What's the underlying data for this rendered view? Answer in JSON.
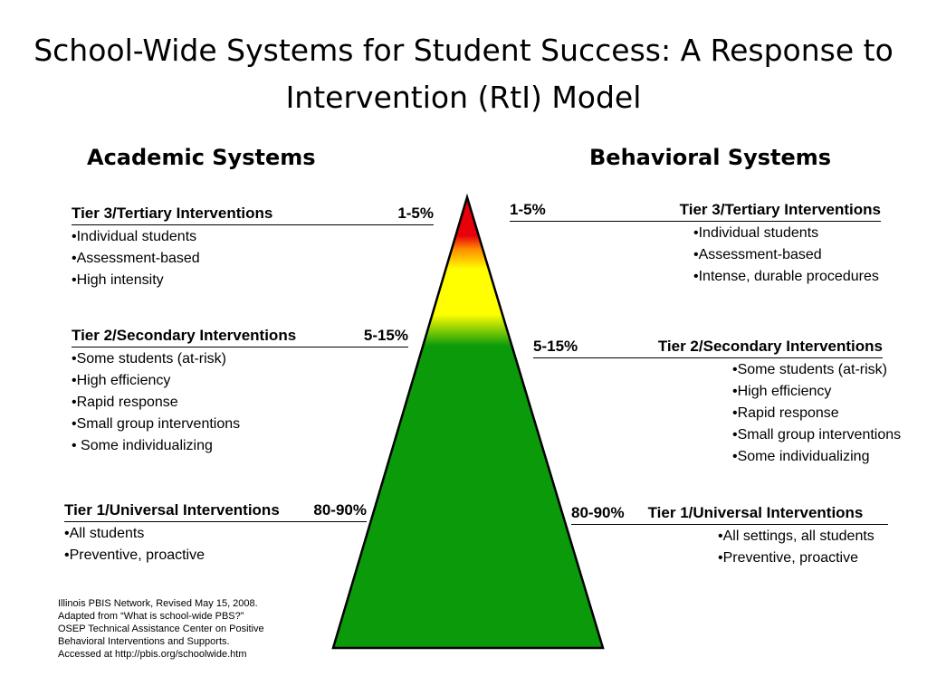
{
  "title": "School-Wide Systems for Student Success: A Response to Intervention (RtI) Model",
  "academic": {
    "heading": "Academic Systems",
    "tiers": [
      {
        "name": "Tier 3/Tertiary Interventions",
        "pct": "1-5%",
        "items": [
          "•Individual students",
          "•Assessment-based",
          "•High intensity"
        ]
      },
      {
        "name": "Tier 2/Secondary Interventions",
        "pct": "5-15%",
        "items": [
          "•Some students (at-risk)",
          "•High efficiency",
          "•Rapid response",
          "•Small group interventions",
          "• Some individualizing"
        ]
      },
      {
        "name": "Tier 1/Universal Interventions",
        "pct": "80-90%",
        "items": [
          "•All students",
          "•Preventive, proactive"
        ]
      }
    ]
  },
  "behavioral": {
    "heading": "Behavioral Systems",
    "tiers": [
      {
        "name": "Tier 3/Tertiary Interventions",
        "pct": "1-5%",
        "items": [
          "•Individual students",
          "•Assessment-based",
          "•Intense, durable procedures"
        ]
      },
      {
        "name": "Tier 2/Secondary Interventions",
        "pct": "5-15%",
        "items": [
          "•Some students (at-risk)",
          "•High efficiency",
          "•Rapid response",
          "•Small group interventions",
          "•Some individualizing"
        ]
      },
      {
        "name": "Tier 1/Universal Interventions",
        "pct": "80-90%",
        "items": [
          "•All settings, all students",
          "•Preventive, proactive"
        ]
      }
    ]
  },
  "pyramid": {
    "colors": {
      "top": "#e8000a",
      "middle": "#ffff00",
      "base": "#0a9a0a"
    }
  },
  "citation": [
    "Illinois PBIS Network, Revised May 15, 2008.",
    "Adapted from “What is school-wide PBS?”",
    "OSEP Technical Assistance Center on Positive",
    "Behavioral Interventions and Supports.",
    "Accessed at http://pbis.org/schoolwide.htm"
  ]
}
